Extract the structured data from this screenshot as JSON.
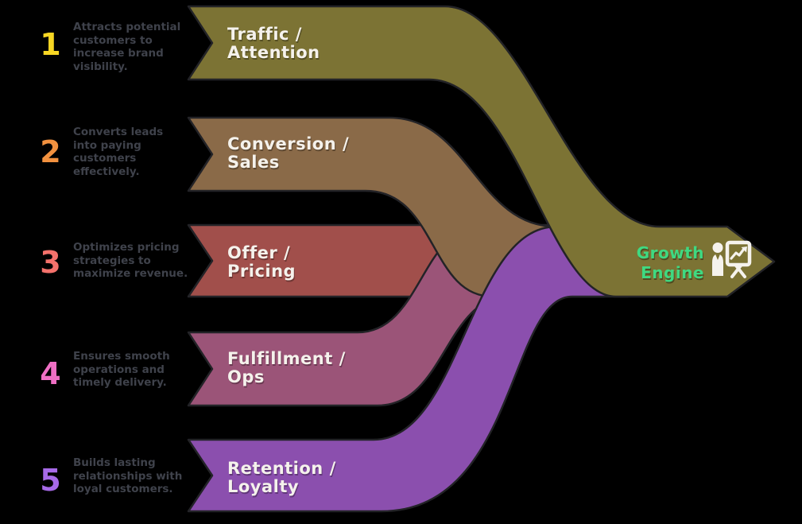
{
  "background": "#000000",
  "outline_color": "#232327",
  "stages": [
    {
      "number": "1",
      "number_color": "#f7d623",
      "color": "#7c7334",
      "label": "Traffic /\nAttention",
      "description": "Attracts potential\ncustomers to\nincrease brand\nvisibility."
    },
    {
      "number": "2",
      "number_color": "#f2913f",
      "color": "#8a6a48",
      "label": "Conversion /\nSales",
      "description": "Converts leads\ninto paying\ncustomers\neffectively."
    },
    {
      "number": "3",
      "number_color": "#f4716b",
      "color": "#a14f4b",
      "label": "Offer /\nPricing",
      "description": "Optimizes pricing\nstrategies to\nmaximize revenue."
    },
    {
      "number": "4",
      "number_color": "#ef6fc4",
      "color": "#9b5478",
      "label": "Fulfillment /\nOps",
      "description": "Ensures smooth\noperations and\ntimely delivery."
    },
    {
      "number": "5",
      "number_color": "#a76ae8",
      "color": "#8b4fae",
      "label": "Retention /\nLoyalty",
      "description": "Builds lasting\nrelationships with\nloyal customers."
    }
  ],
  "result": {
    "label": "Growth\nEngine",
    "label_color": "#3fd981",
    "icon": "presenter-chart-icon",
    "icon_color": "#f5f2ec"
  }
}
